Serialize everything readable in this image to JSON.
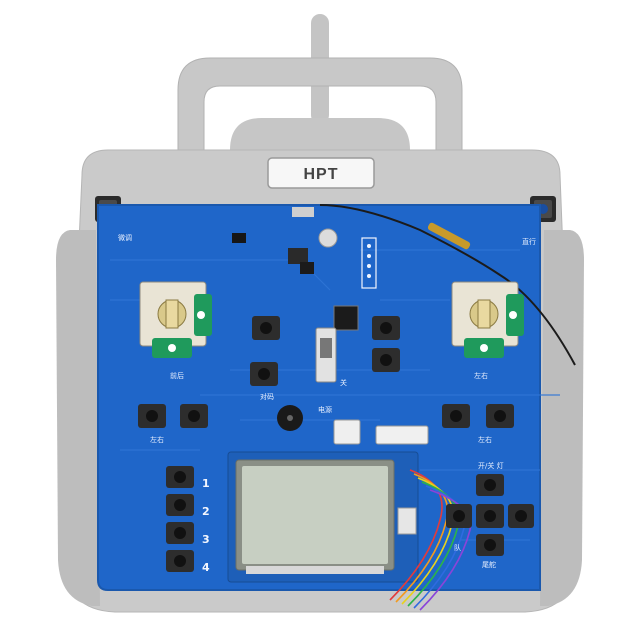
{
  "brand": {
    "label": "HPT"
  },
  "labels": {
    "top_left": "微调",
    "top_right": "直行",
    "stick_left": "前后",
    "stick_right": "左右",
    "pair": "对码",
    "switch_off": "关",
    "power": "电源",
    "trim_left": "左右",
    "trim_right": "左右",
    "light": "开/关 灯",
    "bottom_right": "尾舵",
    "side": "队"
  },
  "channel_numbers": [
    "1",
    "2",
    "3",
    "4"
  ],
  "colors": {
    "pcb": "#1f66c9",
    "pcb_edge": "#1a58ad",
    "housing": "#c9c9c9",
    "housing_dark": "#b4b4b4",
    "lcd": "#c7cfc2",
    "joystick_green": "#1f9a5c"
  }
}
